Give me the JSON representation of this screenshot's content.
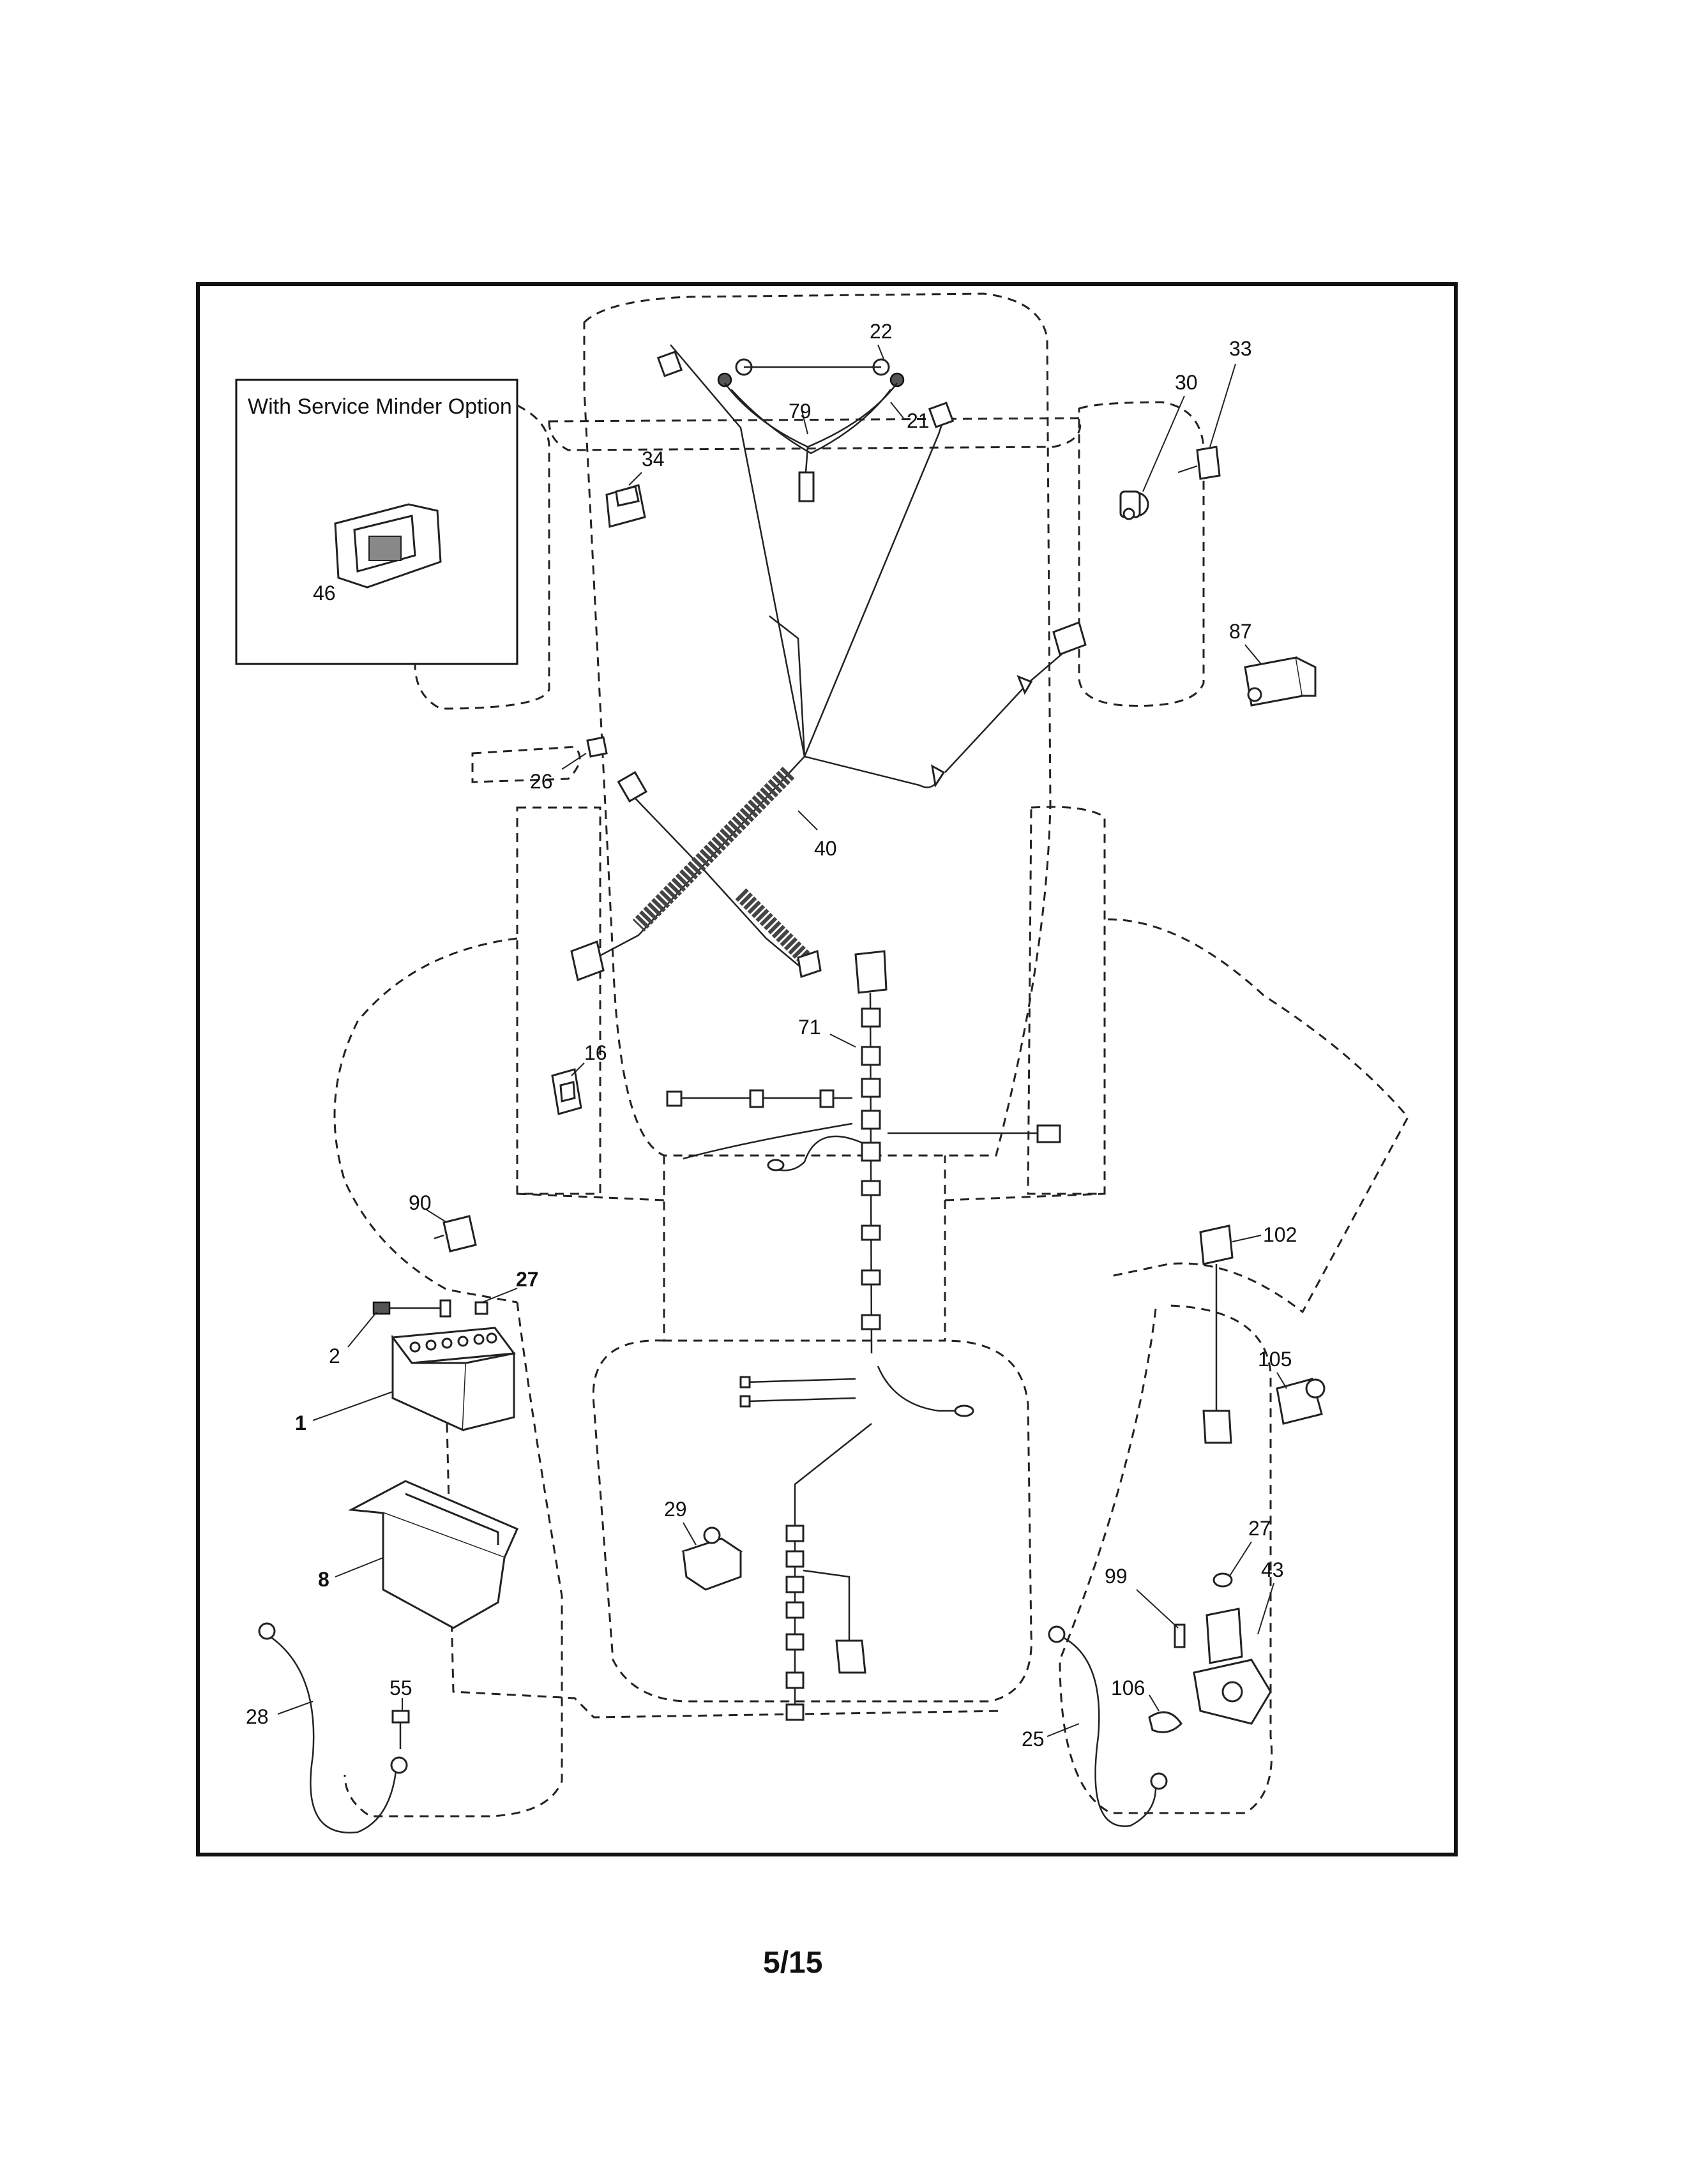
{
  "inset": {
    "title": "With Service Minder Option"
  },
  "callouts": {
    "c22": "22",
    "c79": "79",
    "c21": "21",
    "c34": "34",
    "c30": "30",
    "c33": "33",
    "c87": "87",
    "c46": "46",
    "c26": "26",
    "c40": "40",
    "c71": "71",
    "c16": "16",
    "c90": "90",
    "c27a": "27",
    "c2": "2",
    "c1": "1",
    "c8": "8",
    "c28": "28",
    "c55": "55",
    "c29": "29",
    "c102": "102",
    "c105": "105",
    "c27b": "27",
    "c43": "43",
    "c99": "99",
    "c106": "106",
    "c25": "25"
  },
  "page_number": "5/15"
}
